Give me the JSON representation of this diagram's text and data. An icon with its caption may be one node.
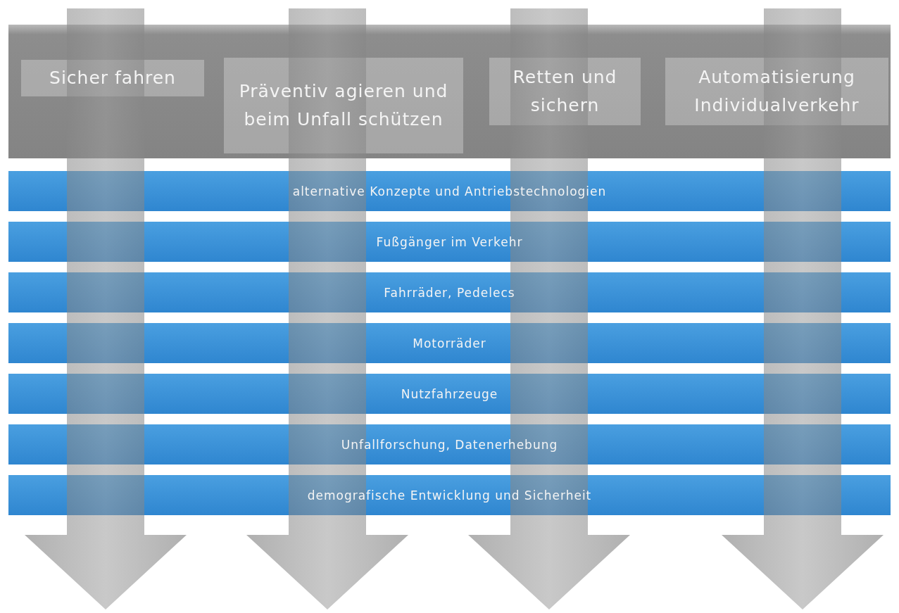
{
  "diagram": {
    "nodes": [
      {
        "text": [],
        "shape": "bar"
      },
      {
        "text": [
          "Sicher fahren"
        ],
        "in": 0
      },
      {
        "text": [
          "Präventiv agieren und beim Unfall schützen"
        ],
        "in": 0
      },
      {
        "text": [
          "Retten und sichern"
        ],
        "in": 0
      },
      {
        "text": [
          "Automatisierung Individualverkehr"
        ],
        "in": 0
      },
      {
        "text": [
          "alternative Konzepte und Antriebstechnologien"
        ]
      },
      {
        "text": [
          "Fußgänger im Verkehr"
        ]
      },
      {
        "text": [
          "Fahrräder, Pedelecs"
        ]
      },
      {
        "text": [
          "Motorräder"
        ]
      },
      {
        "text": [
          "Nutzfahrzeuge"
        ]
      },
      {
        "text": [
          "Unfallforschung, Datenerhebung"
        ]
      },
      {
        "text": [
          "demografische Entwicklung und Sicherheit"
        ]
      }
    ],
    "edges": []
  }
}
